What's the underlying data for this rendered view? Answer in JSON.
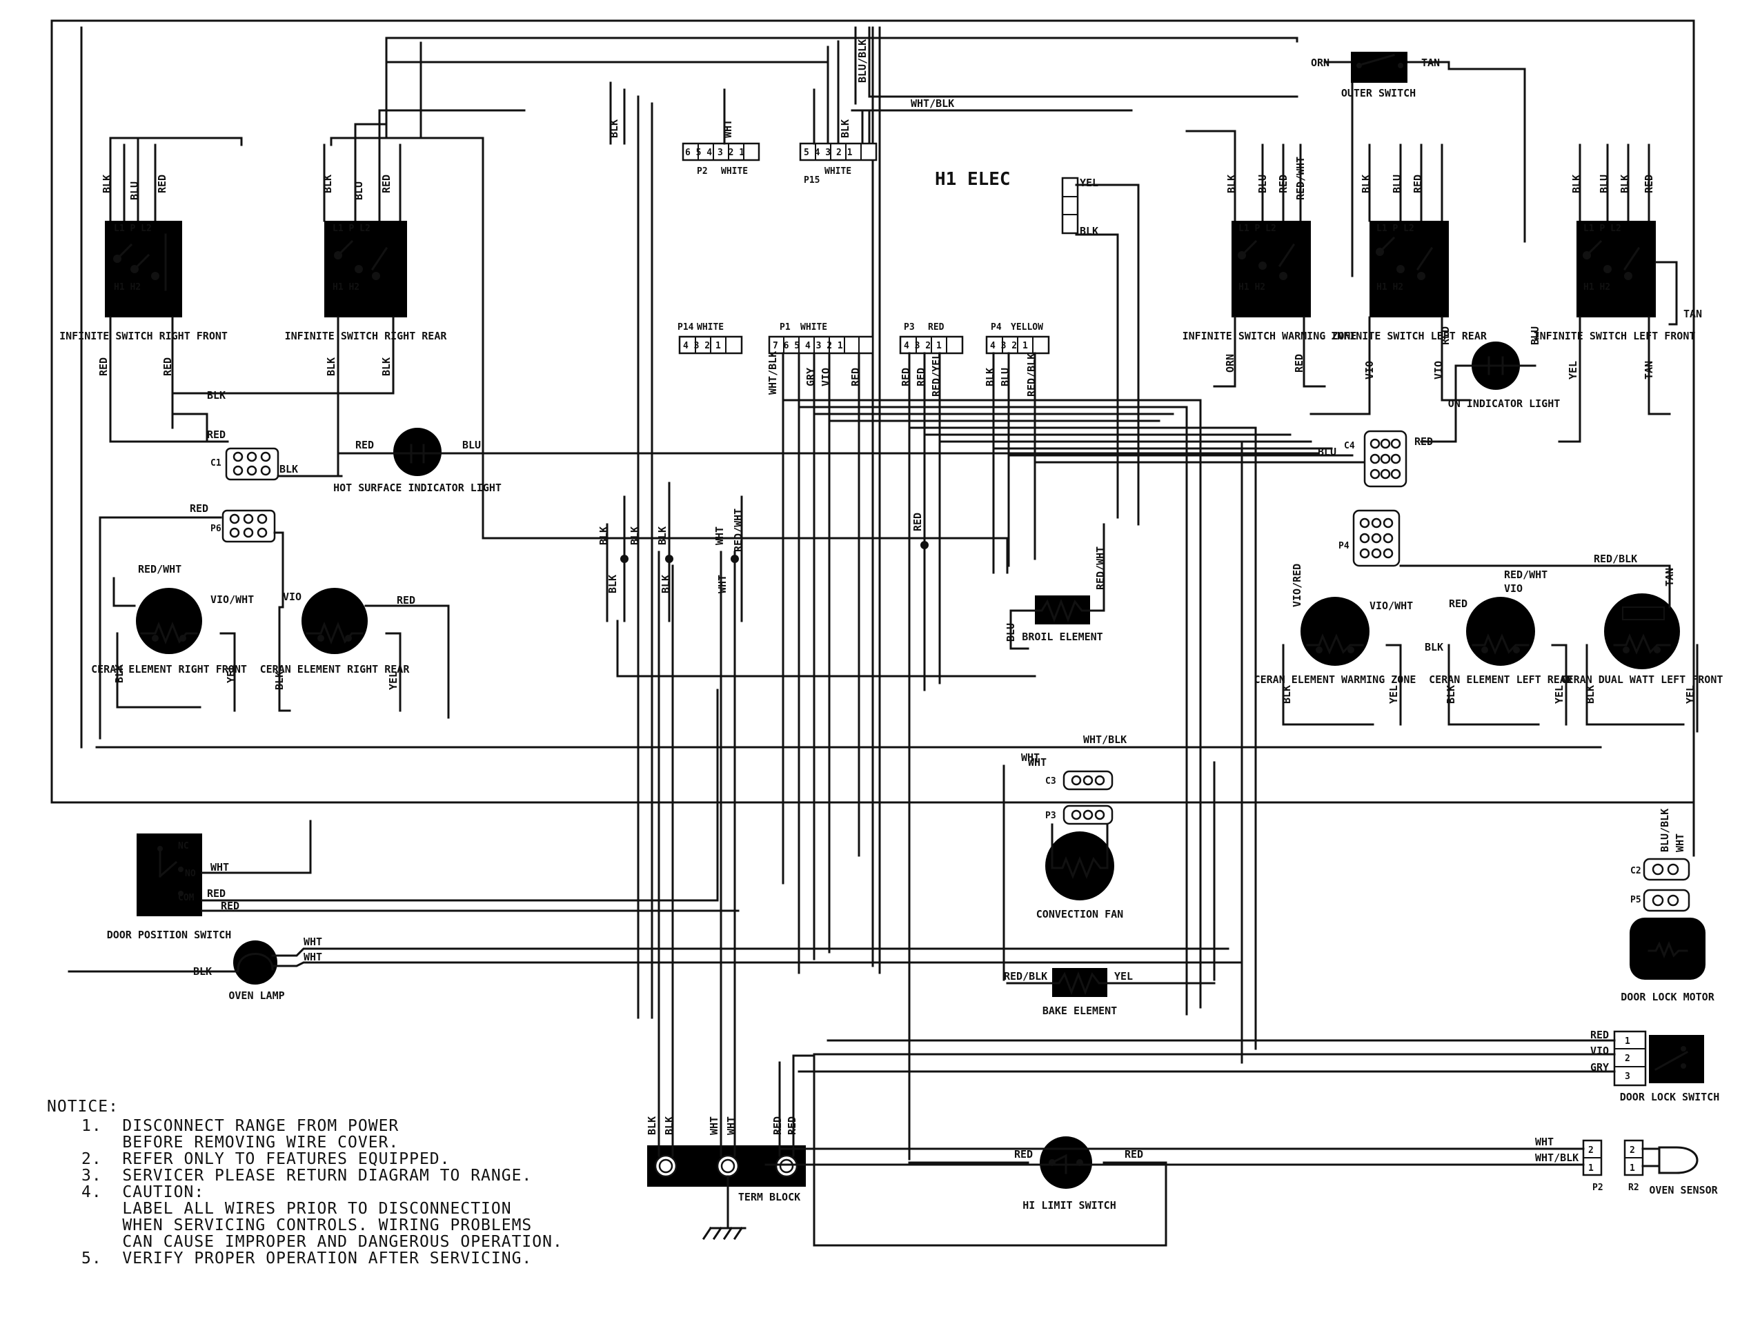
{
  "control": {
    "title": "H1 ELEC"
  },
  "components": {
    "inf_rf": "INFINITE SWITCH RIGHT FRONT",
    "inf_rr": "INFINITE SWITCH RIGHT REAR",
    "inf_wz": "INFINITE SWITCH WARMING ZONE",
    "inf_lr": "INFINITE SWITCH LEFT REAR",
    "inf_lf": "INFINITE SWITCH LEFT FRONT",
    "hot_light": "HOT SURFACE INDICATOR LIGHT",
    "on_light": "ON INDICATOR LIGHT",
    "outer_switch": "OUTER SWITCH",
    "cer_rf": "CERAN ELEMENT RIGHT FRONT",
    "cer_rr": "CERAN ELEMENT RIGHT REAR",
    "cer_wz": "CERAN ELEMENT WARMING ZONE",
    "cer_lr": "CERAN ELEMENT LEFT REAR",
    "cer_lf": "CERAN DUAL WATT LEFT FRONT",
    "broil": "BROIL ELEMENT",
    "bake": "BAKE ELEMENT",
    "conv_fan": "CONVECTION FAN",
    "door_pos": "DOOR POSITION SWITCH",
    "oven_lamp": "OVEN LAMP",
    "term_block": "TERM BLOCK",
    "hi_limit": "HI LIMIT SWITCH",
    "door_motor": "DOOR LOCK MOTOR",
    "door_switch": "DOOR LOCK SWITCH",
    "oven_sensor": "OVEN SENSOR"
  },
  "wires": {
    "blk": "BLK",
    "blu": "BLU",
    "red": "RED",
    "wht": "WHT",
    "yel": "YEL",
    "vio": "VIO",
    "gry": "GRY",
    "tan": "TAN",
    "orn": "ORN",
    "red_wht": "RED/WHT",
    "blu_blk": "BLU/BLK",
    "wht_blk": "WHT/BLK",
    "red_blk": "RED/BLK",
    "red_yel": "RED/YEL",
    "vio_wht": "VIO/WHT",
    "vio_red": "VIO/RED"
  },
  "connectors": {
    "c1": "C1",
    "c2": "C2",
    "c3": "C3",
    "c4": "C4",
    "p1": "P1",
    "p2": "P2",
    "p3": "P3",
    "p4": "P4",
    "p5": "P5",
    "p6": "P6",
    "p14": "P14",
    "p15": "P15",
    "r2": "R2",
    "white": "WHITE",
    "red": "RED",
    "yellow": "YELLOW"
  },
  "notice": {
    "heading": "NOTICE:",
    "items": [
      "1.  DISCONNECT RANGE FROM POWER",
      "    BEFORE REMOVING WIRE COVER.",
      "2.  REFER ONLY TO FEATURES EQUIPPED.",
      "3.  SERVICER PLEASE RETURN DIAGRAM TO RANGE.",
      "4.  CAUTION:",
      "    LABEL ALL WIRES PRIOR TO DISCONNECTION",
      "    WHEN SERVICING CONTROLS. WIRING PROBLEMS",
      "    CAN CAUSE IMPROPER AND DANGEROUS OPERATION.",
      "5.  VERIFY PROPER OPERATION AFTER SERVICING."
    ]
  }
}
